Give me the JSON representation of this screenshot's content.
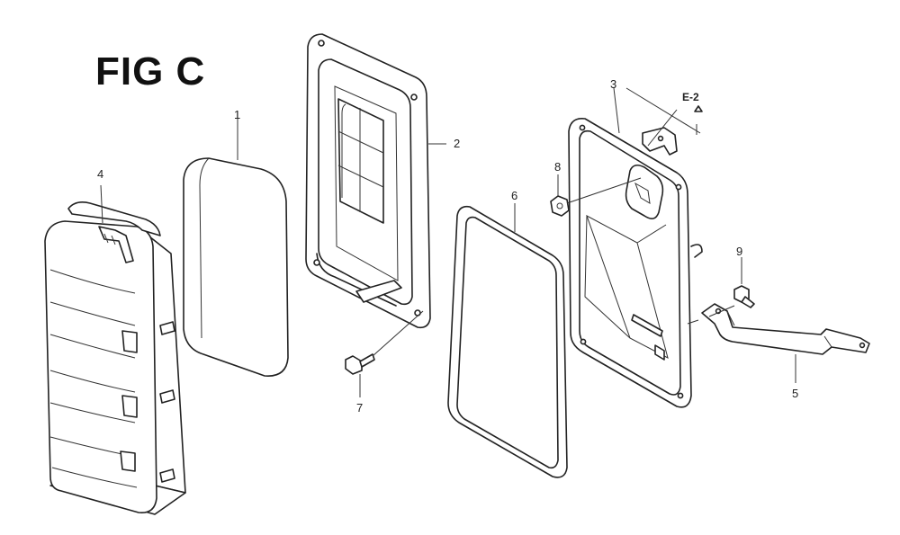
{
  "figure": {
    "title": "FIG C",
    "reference": "E-2"
  },
  "parts": [
    {
      "id": "part-1",
      "number": "1"
    },
    {
      "id": "part-2",
      "number": "2"
    },
    {
      "id": "part-3",
      "number": "3"
    },
    {
      "id": "part-4",
      "number": "4"
    },
    {
      "id": "part-5",
      "number": "5"
    },
    {
      "id": "part-6",
      "number": "6"
    },
    {
      "id": "part-7",
      "number": "7"
    },
    {
      "id": "part-8",
      "number": "8"
    },
    {
      "id": "part-9",
      "number": "9"
    }
  ],
  "colors": {
    "ink": "#222222",
    "paper": "#ffffff",
    "stipple": "#9a9a9a"
  }
}
